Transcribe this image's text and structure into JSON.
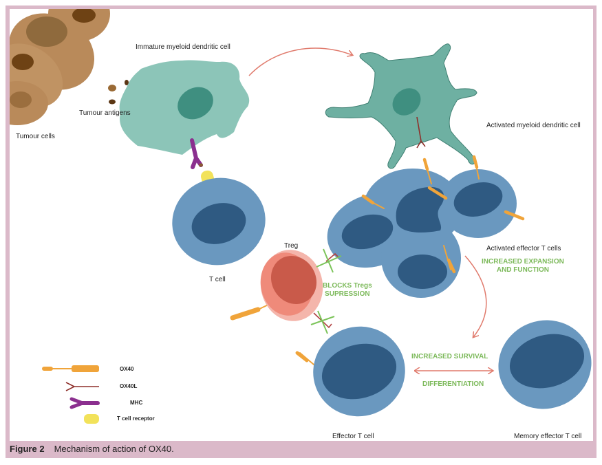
{
  "figure": {
    "number": "Figure 2",
    "caption": "Mechanism of action of OX40."
  },
  "labels": {
    "tumour_cells": "Tumour cells",
    "tumour_antigens": "Tumour antigens",
    "immature_dc": "Immature myeloid dendritic cell",
    "activated_dc": "Activated myeloid dendritic cell",
    "t_cell": "T cell",
    "treg": "Treg",
    "activated_effector": "Activated effector T cells",
    "effector_t_cell": "Effector T cell",
    "memory_effector": "Memory effector T cell"
  },
  "annotations": {
    "blocks_line1": "BLOCKS Tregs",
    "blocks_line2": "SUPRESSION",
    "expansion_line1": "INCREASED EXPANSION",
    "expansion_line2": "AND FUNCTION",
    "survival": "INCREASED SURVIVAL",
    "differentiation": "DIFFERENTIATION"
  },
  "legend": [
    {
      "icon": "ox40-receptor-icon",
      "label": "OX40"
    },
    {
      "icon": "ox40l-ligand-icon",
      "label": "OX40L"
    },
    {
      "icon": "mhc-icon",
      "label": "MHC"
    },
    {
      "icon": "t-cell-receptor-icon",
      "label": "T cell receptor"
    }
  ],
  "colors": {
    "frame": "#dbb9c9",
    "tumour": "#b98a5a",
    "dendritic": "#8cc5b8",
    "dendritic_nucleus": "#3f8f80",
    "t_cell": "#6a98bf",
    "t_cell_nucleus": "#2f5a82",
    "treg": "#ef9a8a",
    "treg_nucleus": "#c95a4a",
    "ox40": "#f0a43a",
    "ox40l": "#8e2f2a",
    "mhc": "#8b2f8f",
    "tcr": "#f2e25a",
    "arrow": "#e07a6c",
    "annotation_text": "#7cb95a"
  }
}
